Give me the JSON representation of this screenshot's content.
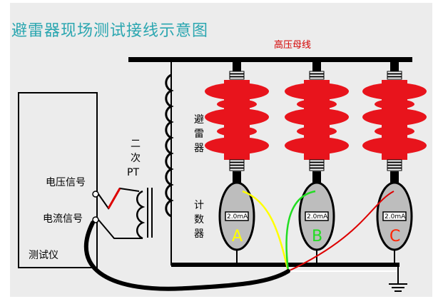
{
  "title": "避雷器现场测试接线示意图",
  "bus_label": "高压母线",
  "arrester_label": [
    "避",
    "雷",
    "器"
  ],
  "counter_label": [
    "计",
    "数",
    "器"
  ],
  "pt_label": [
    "二",
    "次",
    "PT"
  ],
  "instrument": {
    "voltage_signal": "电压信号",
    "current_signal": "电流信号",
    "name": "测试仪"
  },
  "meters": [
    {
      "reading": "2.0mA",
      "phase": "A",
      "phase_color": "#ffff00"
    },
    {
      "reading": "2.0mA",
      "phase": "B",
      "phase_color": "#22dd22"
    },
    {
      "reading": "2.0mA",
      "phase": "C",
      "phase_color": "#ff2200"
    }
  ],
  "colors": {
    "background": "#ececec",
    "arrester": "#e8141c",
    "meter_body": "#bdbdbd",
    "title": "#2aa6b0",
    "wire_a": "#ffff00",
    "wire_b": "#22dd22",
    "wire_c": "#dd0000"
  }
}
